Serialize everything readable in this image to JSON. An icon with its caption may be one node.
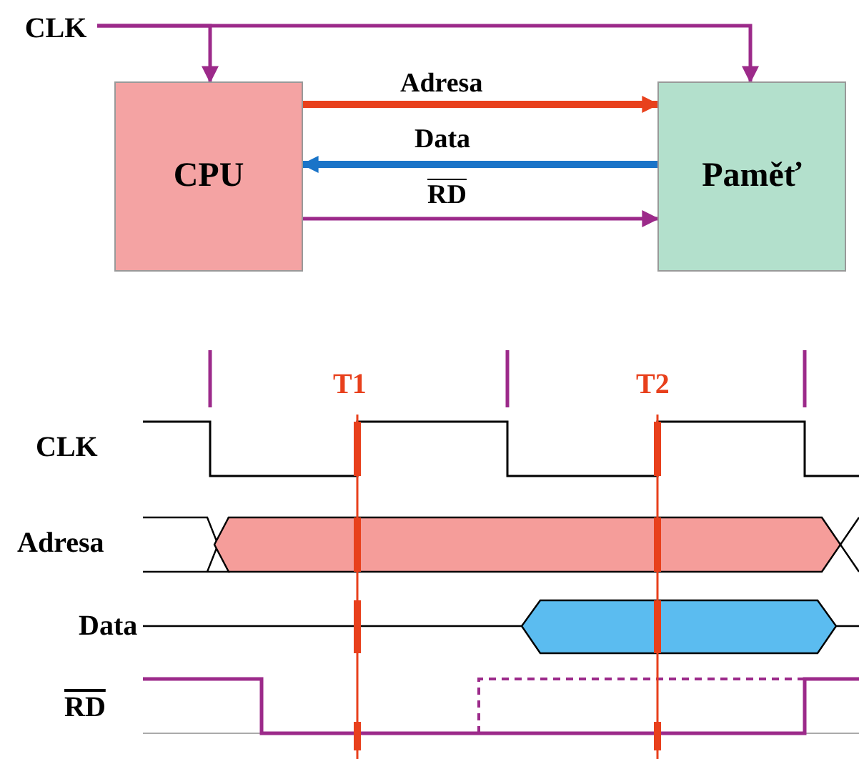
{
  "diagram": {
    "nodes": [
      {
        "text": [
          "CLK"
        ]
      },
      {
        "text": [
          "CPU"
        ]
      },
      {
        "text": [
          "Paměť"
        ]
      }
    ],
    "edges": [
      {
        "from": 0,
        "to": 1,
        "arrow": "to"
      },
      {
        "from": 0,
        "to": 2,
        "arrow": "to"
      },
      {
        "from": 1,
        "to": 2,
        "arrow": "to",
        "label": "Adresa",
        "style": "thick",
        "color": "#e8401c"
      },
      {
        "from": 2,
        "to": 1,
        "arrow": "to",
        "label": "Data",
        "style": "thick",
        "color": "#1a74c8"
      },
      {
        "from": 1,
        "to": 2,
        "arrow": "to",
        "label": "RD"
      }
    ],
    "labels": [
      "T1",
      "T2",
      "CLK",
      "Adresa",
      "Data",
      "RD"
    ]
  }
}
